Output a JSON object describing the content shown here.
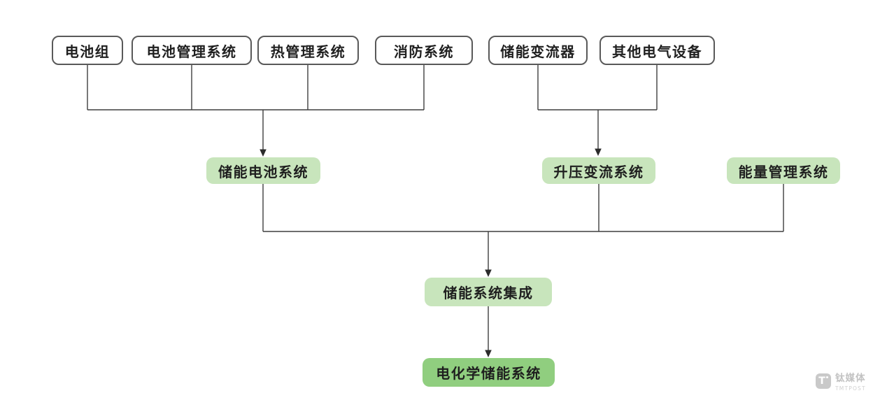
{
  "diagram": {
    "top_row": [
      {
        "label": "电池组"
      },
      {
        "label": "电池管理系统"
      },
      {
        "label": "热管理系统"
      },
      {
        "label": "消防系统"
      },
      {
        "label": "储能变流器"
      },
      {
        "label": "其他电气设备"
      }
    ],
    "mid_row": [
      {
        "label": "储能电池系统"
      },
      {
        "label": "升压变流系统"
      },
      {
        "label": "能量管理系统"
      }
    ],
    "level3": {
      "label": "储能系统集成"
    },
    "level4": {
      "label": "电化学储能系统"
    }
  },
  "watermark": {
    "icon_letter": "T",
    "brand": "钛媒体",
    "sub": "TMTPOST"
  },
  "colors": {
    "node_light_green": "#c8e5bc",
    "node_dark_green": "#90ce7f",
    "white_box_border": "#595959",
    "connector_line": "#3f3f3f",
    "watermark_gray": "#c6c6c6"
  }
}
